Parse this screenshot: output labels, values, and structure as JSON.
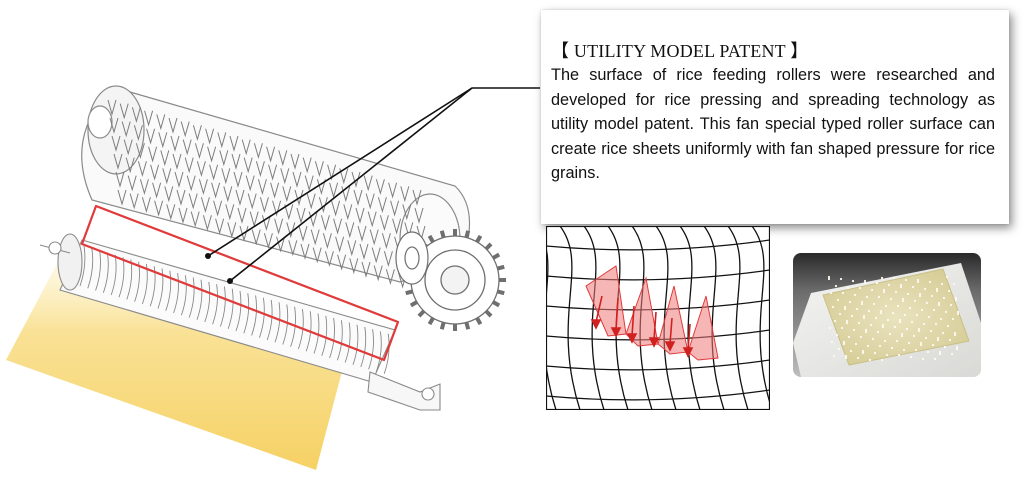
{
  "patent": {
    "title": "【 UTILITY MODEL PATENT 】",
    "body": "The surface of rice feeding rollers were researched and developed for rice pressing and spreading technology as utility model patent. This fan special typed roller surface can create rice sheets uniformly with fan shaped pressure for rice grains."
  },
  "colors": {
    "highlight_red": "#e03a3a",
    "rice_sheet": "#f6d46a",
    "line_gray": "#8a8a8a",
    "callout_line": "#111111"
  },
  "icons": {
    "roller_machine": "roller-machine-illustration",
    "grain_pattern": "fan-pressure-grain-diagram",
    "rice_sheet_photo": "rice-sheet-photo"
  }
}
